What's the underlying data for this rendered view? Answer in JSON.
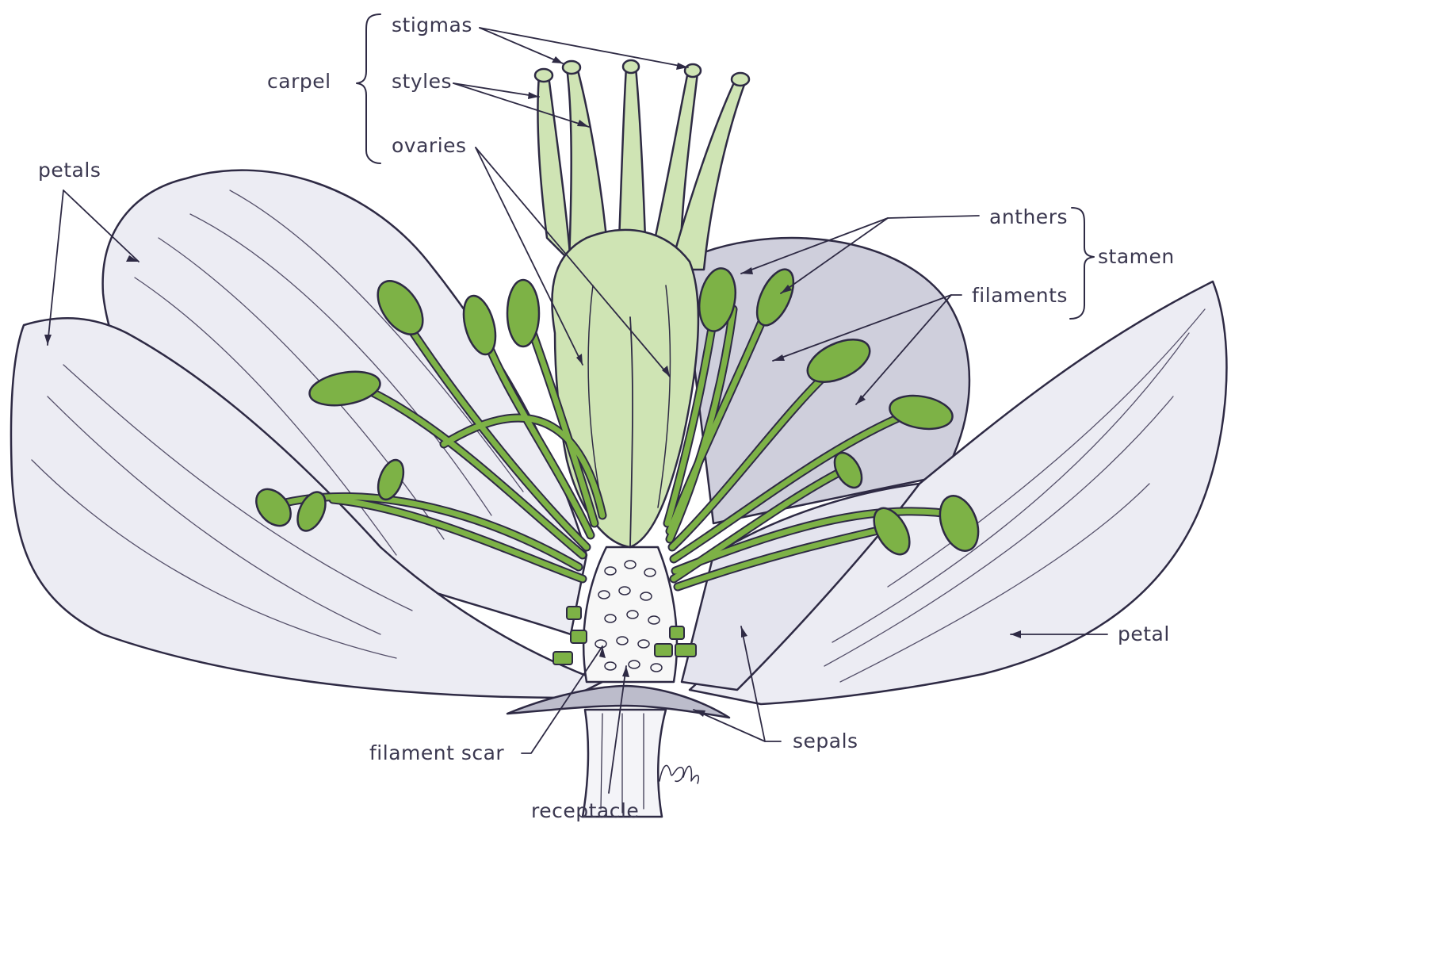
{
  "labels": {
    "stigmas": "stigmas",
    "styles": "styles",
    "carpel": "carpel",
    "ovaries": "ovaries",
    "petals": "petals",
    "anthers": "anthers",
    "stamen": "stamen",
    "filaments": "filaments",
    "petal": "petal",
    "sepals": "sepals",
    "filament_scar": "filament scar",
    "receptacle": "receptacle"
  },
  "artist_signature": "ABL",
  "colors": {
    "petal_fill": "#ececf3",
    "back_petal_fill": "#cfcfdc",
    "ovary_fill": "#cfe4b4",
    "stamen_green": "#7db246",
    "outline": "#2e2a44",
    "label_text": "#3b3850"
  }
}
